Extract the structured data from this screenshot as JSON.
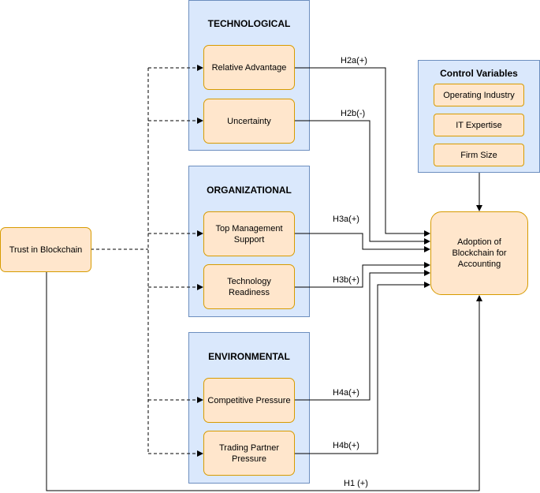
{
  "groups": {
    "technological": "TECHNOLOGICAL",
    "organizational": "ORGANIZATIONAL",
    "environmental": "ENVIRONMENTAL",
    "control": "Control Variables"
  },
  "nodes": {
    "trust": "Trust in Blockchain",
    "relative_advantage": "Relative Advantage",
    "uncertainty": "Uncertainty",
    "top_management": "Top Management Support",
    "technology_readiness": "Technology Readiness",
    "competitive_pressure": "Competitive Pressure",
    "trading_partner": "Trading Partner Pressure",
    "adoption": "Adoption of Blockchain for Accounting",
    "operating_industry": "Operating Industry",
    "it_expertise": "IT Expertise",
    "firm_size": "Firm Size"
  },
  "edge_labels": {
    "h2a": "H2a(+)",
    "h2b": "H2b(-)",
    "h3a": "H3a(+)",
    "h3b": "H3b(+)",
    "h4a": "H4a(+)",
    "h4b": "H4b(+)",
    "h1": "H1 (+)"
  },
  "colors": {
    "group_fill": "#dae8fc",
    "group_stroke": "#6c8ebf",
    "node_fill": "#ffe6cc",
    "node_stroke": "#d79b00",
    "edge": "#000000"
  }
}
